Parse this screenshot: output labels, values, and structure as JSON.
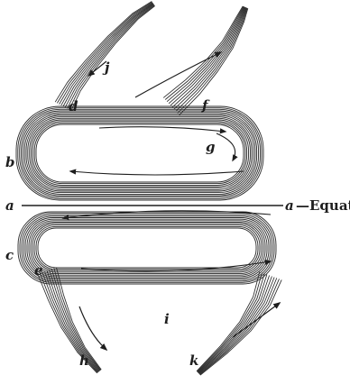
{
  "figure": {
    "ink_color": "#2a2a2a",
    "background": "#ffffff",
    "labels": {
      "a_left": "a",
      "a_right": "a",
      "equator": "—Equator.",
      "b": "b",
      "c": "c",
      "d": "d",
      "e": "e",
      "f": "f",
      "g": "g",
      "h": "h",
      "i": "i",
      "j": "j",
      "k": "k"
    }
  }
}
